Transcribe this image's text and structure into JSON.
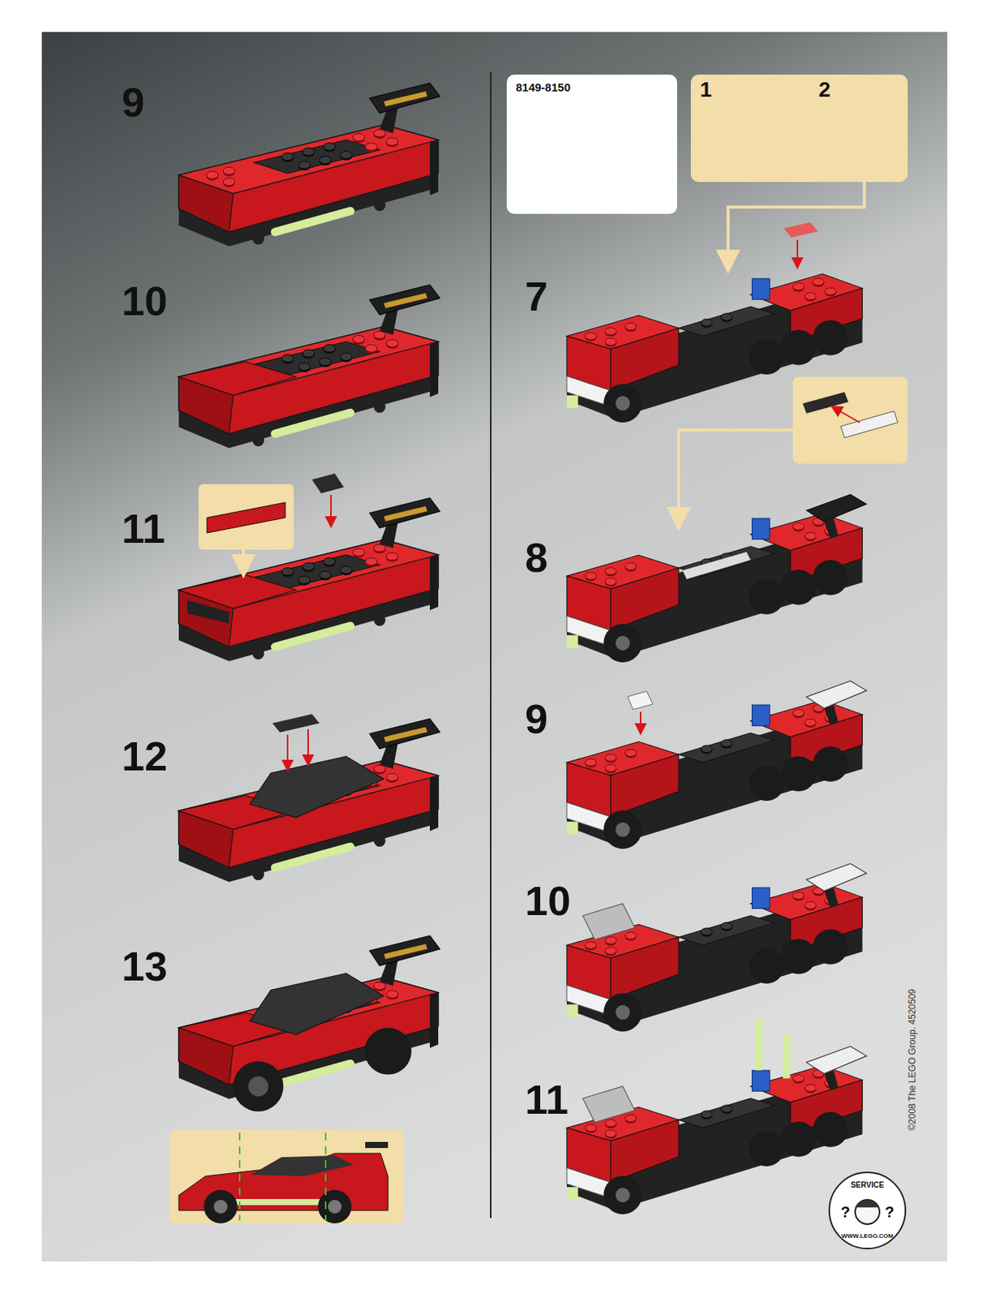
{
  "diagram": {
    "nodes": [
      {
        "text": [
          "8149-8150"
        ]
      },
      {
        "text": [
          "1",
          "2"
        ]
      }
    ],
    "labels": [
      "9",
      "10",
      "11",
      "12",
      "13",
      "7",
      "8",
      "9",
      "10",
      "11",
      "©2008 The LEGO Group. 4520509",
      "SERVICE",
      "?",
      "?",
      "WWW.LEGO.COM"
    ]
  }
}
